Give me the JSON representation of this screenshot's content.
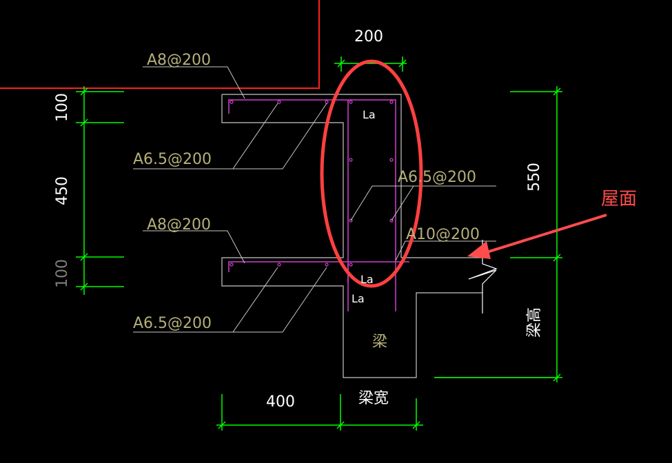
{
  "dimensions": {
    "top_width": "200",
    "left_top": "100",
    "left_mid": "450",
    "left_bottom": "100",
    "right_height": "550",
    "bottom_left": "400",
    "bottom_beam_width": "梁宽",
    "right_beam_height": "梁高"
  },
  "rebar_labels": {
    "top_slab_top": "A8@200",
    "top_slab_bottom": "A6.5@200",
    "lower_slab_top": "A8@200",
    "lower_slab_bottom": "A6.5@200",
    "wall_vertical": "A6.5@200",
    "wall_horizontal": "A10@200"
  },
  "anchorage": {
    "top": "La",
    "lower_1": "La",
    "lower_2": "La"
  },
  "beam_label": "梁",
  "annotation": "屋面",
  "colors": {
    "dimension": "#00ff00",
    "outline": "#c8c8c8",
    "rebar": "#d040d0",
    "highlight": "#ff4040",
    "boundary": "#ff2020",
    "text_label": "#b5b07a"
  }
}
